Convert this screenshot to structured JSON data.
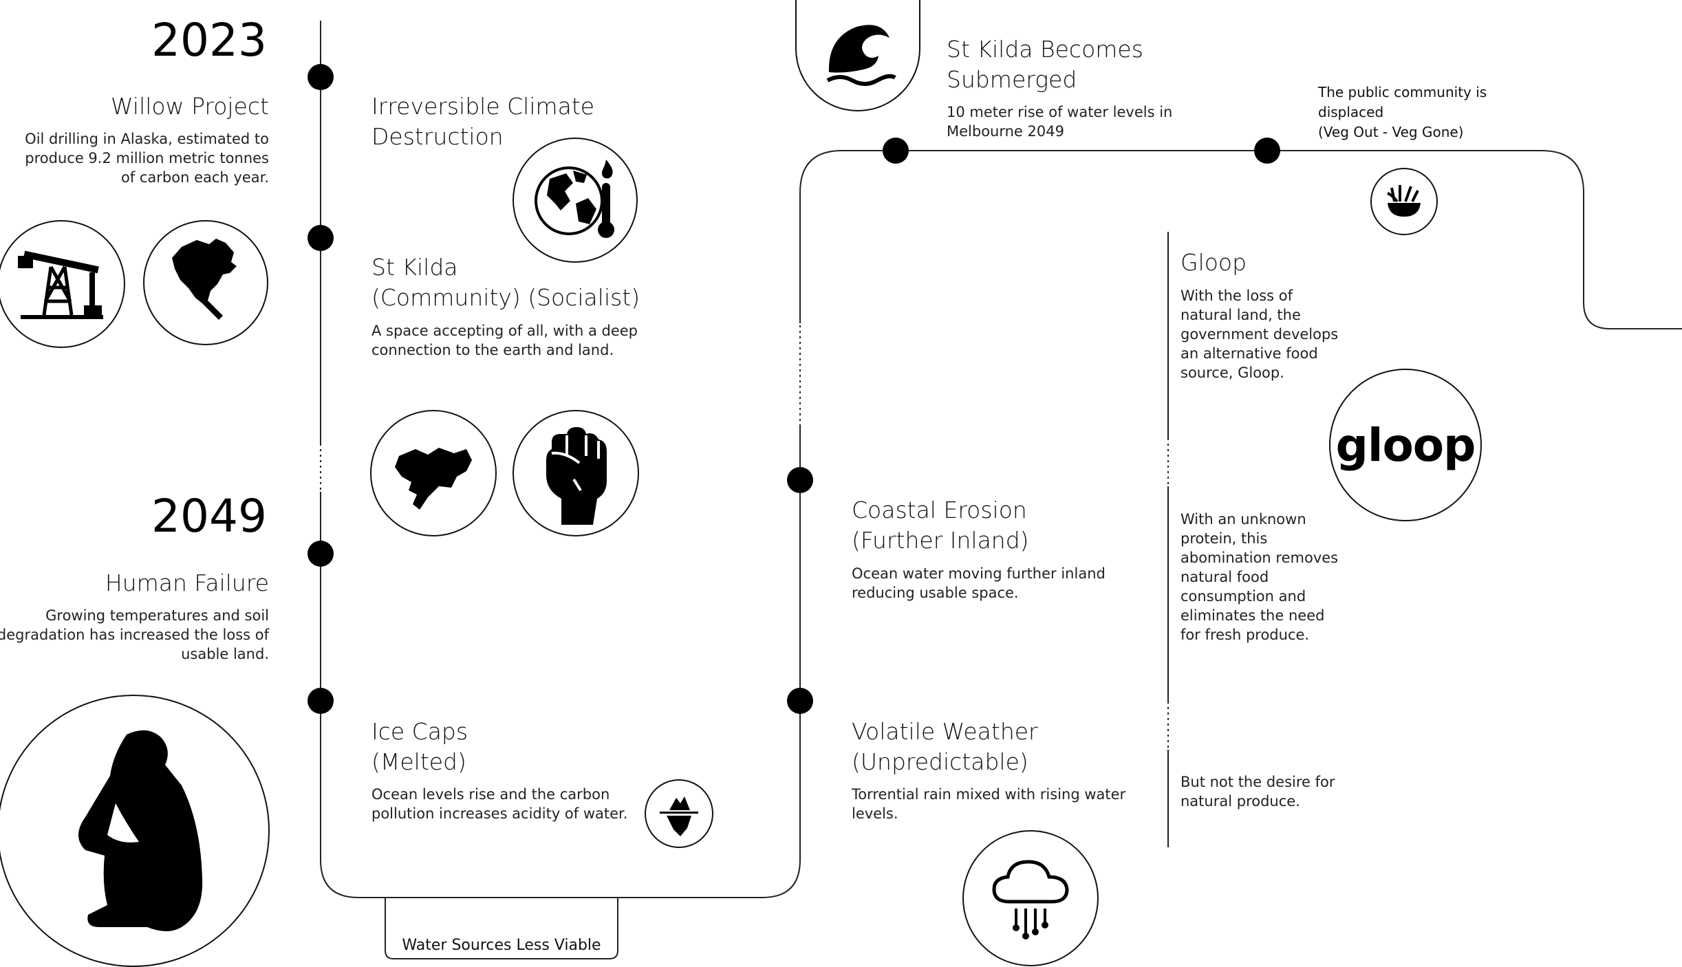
{
  "years": {
    "start": "2023",
    "end": "2049"
  },
  "events": {
    "willow": {
      "title": "Willow Project",
      "body": "Oil drilling in Alaska, estimated to produce 9.2 million metric tonnes of carbon each year."
    },
    "irreversible": {
      "title_l1": "Irreversible Climate",
      "title_l2": "Destruction"
    },
    "stkilda": {
      "title_l1": "St Kilda",
      "title_l2": "(Community) (Socialist)",
      "body": "A space accepting of all, with a deep connection to the earth and land."
    },
    "human_failure": {
      "title": "Human Failure",
      "body": "Growing temperatures and soil degradation has increased the loss of usable land."
    },
    "ice_caps": {
      "title_l1": "Ice Caps",
      "title_l2": "(Melted)",
      "body": "Ocean levels rise and the carbon pollution increases acidity of water."
    },
    "water_sources": {
      "title": "Water Sources Less Viable"
    },
    "coastal": {
      "title_l1": "Coastal Erosion",
      "title_l2": "(Further Inland)",
      "body": "Ocean water moving further inland reducing usable space."
    },
    "volatile": {
      "title_l1": "Volatile Weather",
      "title_l2": "(Unpredictable)",
      "body": "Torrential rain mixed with rising water levels."
    },
    "submerged": {
      "title_l1": "St Kilda Becomes",
      "title_l2": "Submerged",
      "body": "10 meter rise of water levels in Melbourne 2049"
    },
    "displaced": {
      "l1": "The public community is",
      "l2": "displaced",
      "l3": "(Veg Out - Veg Gone)"
    },
    "gloop": {
      "title": "Gloop",
      "body1": "With the loss of natural land, the government develops an alternative food source, Gloop.",
      "body2": "With an unknown protein, this abomination removes natural food consumption and eliminates the need for fresh produce.",
      "body3": "But not the desire for natural produce.",
      "logo_text": "gloop"
    }
  },
  "icons": [
    "oil-derrick-icon",
    "north-america-map-icon",
    "burning-earth-thermometer-icon",
    "st-kilda-map-icon",
    "raised-fist-icon",
    "sitting-person-silhouette-icon",
    "iceberg-icon",
    "storm-cloud-icon",
    "ocean-wave-icon",
    "vegetable-bowl-icon",
    "gloop-logo"
  ],
  "colors": {
    "ink": "#111111",
    "background": "#ffffff"
  }
}
